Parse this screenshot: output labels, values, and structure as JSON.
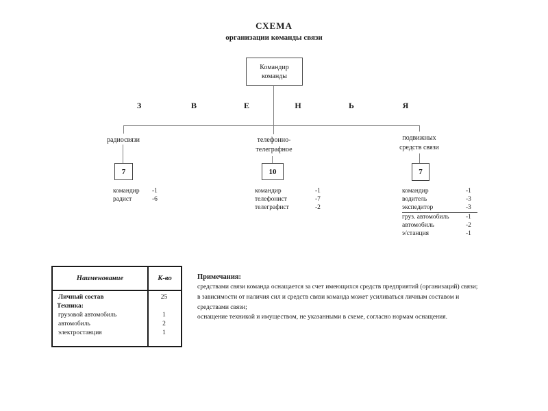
{
  "title": {
    "line1": "СХЕМА",
    "line2": "организации команды связи"
  },
  "org_chart": {
    "root": {
      "line1": "Командир",
      "line2": "команды"
    },
    "letters": [
      "З",
      "В",
      "Е",
      "Н",
      "Ь",
      "Я"
    ],
    "branches": [
      {
        "label_line1": "радиосвязи",
        "count": "7",
        "staff": [
          {
            "name": "командир",
            "value": "-1"
          },
          {
            "name": "радист",
            "value": "-6"
          }
        ]
      },
      {
        "label_line1": "телефонно-",
        "label_line2": "телеграфное",
        "count": "10",
        "staff": [
          {
            "name": "командир",
            "value": "-1"
          },
          {
            "name": "телефонист",
            "value": "-7"
          },
          {
            "name": "телеграфист",
            "value": "-2"
          }
        ]
      },
      {
        "label_line1": "подвижных",
        "label_line2": "средств связи",
        "count": "7",
        "staff": [
          {
            "name": "командир",
            "value": "-1"
          },
          {
            "name": "водитель",
            "value": "-3"
          },
          {
            "name": "экспедитор",
            "value": "-3"
          },
          {
            "name": "груз. автомобиль",
            "value": "-1"
          },
          {
            "name": "автомобиль",
            "value": "-2"
          },
          {
            "name": "э/станция",
            "value": "-1"
          }
        ]
      }
    ]
  },
  "table": {
    "header_name": "Наименование",
    "header_count": "К-во",
    "rows": [
      {
        "name": "Личный состав",
        "value": "25"
      },
      {
        "name": "Техника:",
        "value": ""
      },
      {
        "name": "грузовой автомобиль",
        "value": "1"
      },
      {
        "name": "автомобиль",
        "value": "2"
      },
      {
        "name": "электростанция",
        "value": "1"
      }
    ]
  },
  "notes": {
    "heading": "Примечания:",
    "lines": [
      "средствами связи команда оснащается за счет имеющихся средств предприятий (организаций) связи;",
      "в зависимости от наличия сил и средств связи команда может усиливаться личным составом и",
      "средствами связи;",
      "оснащение техникой и имуществом, не указанными в схеме, согласно нормам оснащения."
    ]
  }
}
